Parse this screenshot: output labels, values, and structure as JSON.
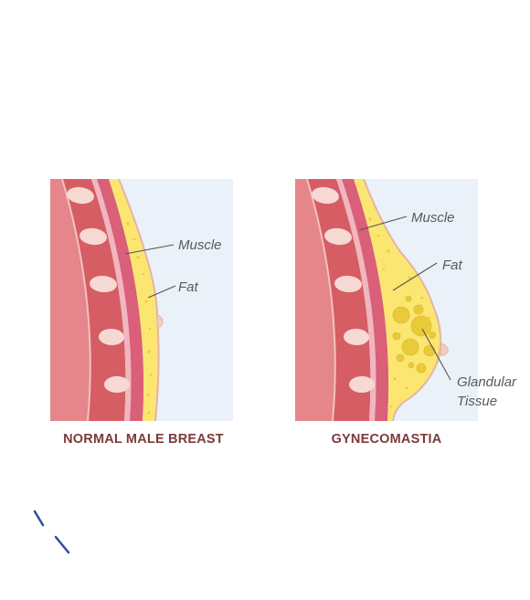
{
  "panels": {
    "normal": {
      "title": "NORMAL MALE BREAST",
      "labels": {
        "muscle": "Muscle",
        "fat": "Fat"
      }
    },
    "gyno": {
      "title": "GYNECOMASTIA",
      "labels": {
        "muscle": "Muscle",
        "fat": "Fat",
        "glandular_line1": "Glandular",
        "glandular_line2": "Tissue"
      }
    }
  },
  "colors": {
    "background_panel": "#eaf1f9",
    "chest": "#e4868a",
    "ribcage": "#d65d64",
    "rib_bone": "#f7d9d3",
    "muscle": "#da5f78",
    "muscle_light": "#f1b6bf",
    "fat": "#fbe672",
    "fat_edge": "#f4cd48",
    "gland": "#e9cb3a",
    "skin_edge": "#e7b3a4",
    "title": "#7d3a3a",
    "label": "#5a5a5a",
    "mark": "#2f4d97"
  }
}
